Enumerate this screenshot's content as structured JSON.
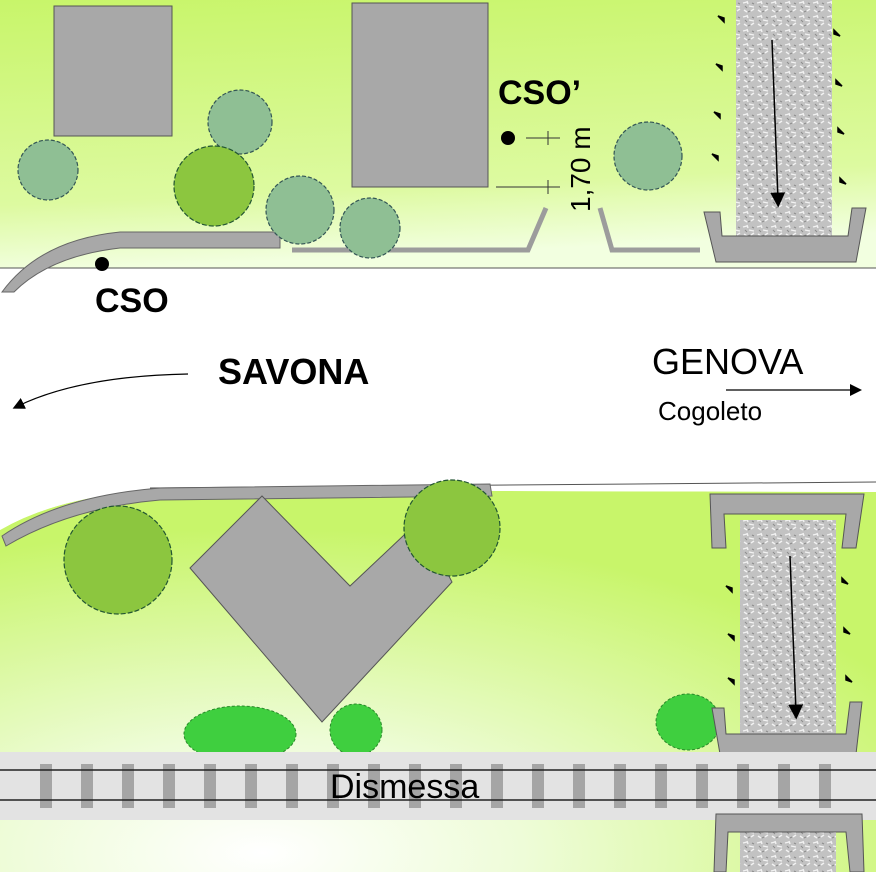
{
  "labels": {
    "cso": "CSO",
    "cso_prime": "CSO’",
    "height": "1,70 m",
    "savona": "SAVONA",
    "genova": "GENOVA",
    "cogoleto": "Cogoleto",
    "railway": "Dismessa"
  },
  "colors": {
    "grass_bright": "#c8f56a",
    "grass_pale": "#f4ffe8",
    "building": "#a8a8a8",
    "bush_sage": "#8fbf94",
    "bush_olive": "#8cc63f",
    "bush_green": "#3fcf3f",
    "railway_bed": "#e3e3e3",
    "sleeper": "#a5a5a5",
    "stream": "#c4c4c4"
  }
}
